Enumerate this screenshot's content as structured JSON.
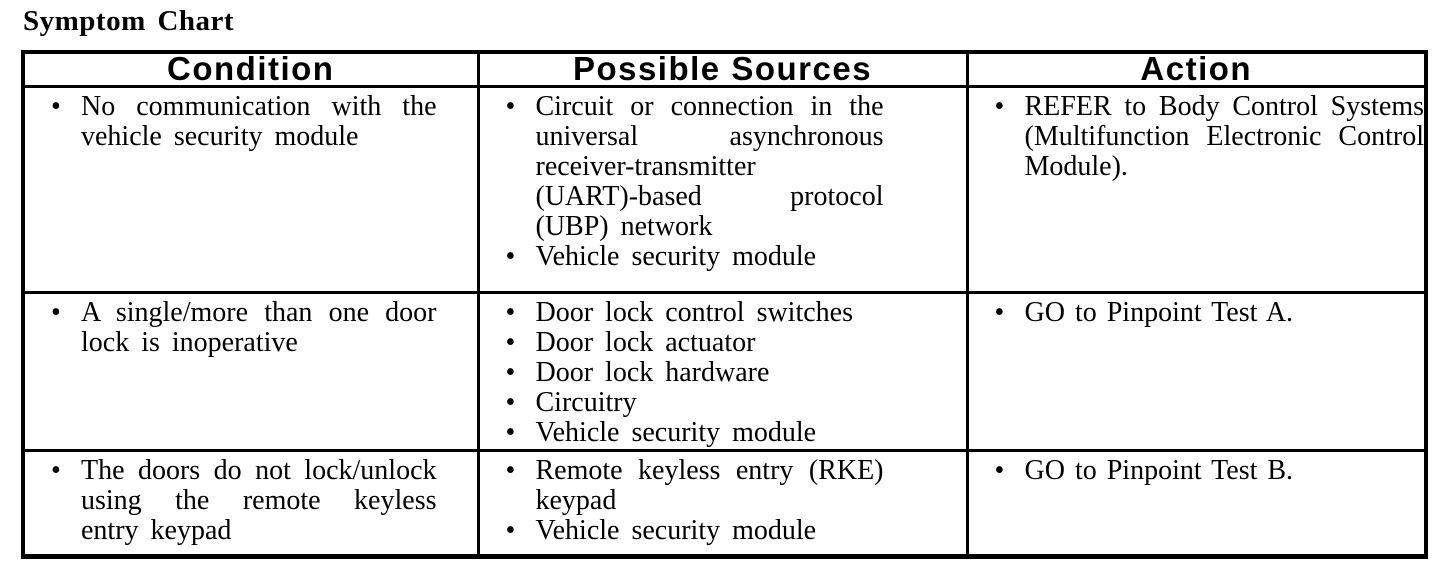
{
  "title": "Symptom Chart",
  "bullet_char": "•",
  "table": {
    "headers": [
      "Condition",
      "Possible Sources",
      "Action"
    ],
    "rows": [
      {
        "condition": [
          "No communication with the vehicle security module"
        ],
        "possible_sources": [
          "Circuit or connection in the universal asynchronous receiver-⁠transmitter (UART)-⁠based protocol (UBP) network",
          "Vehicle security module"
        ],
        "action": [
          "REFER to Body Control Systems (Multifunction Electronic Control Module)."
        ]
      },
      {
        "condition": [
          "A single/more than one door lock is inoperative"
        ],
        "possible_sources": [
          "Door lock control switches",
          "Door lock actuator",
          "Door lock hardware",
          "Circuitry",
          "Vehicle security module"
        ],
        "action": [
          "GO to Pinpoint Test A."
        ]
      },
      {
        "condition": [
          "The doors do not lock/unlock using the remote keyless entry keypad"
        ],
        "possible_sources": [
          "Remote keyless entry (RKE) keypad",
          "Vehicle security module"
        ],
        "action": [
          "GO to Pinpoint Test B."
        ]
      }
    ]
  }
}
